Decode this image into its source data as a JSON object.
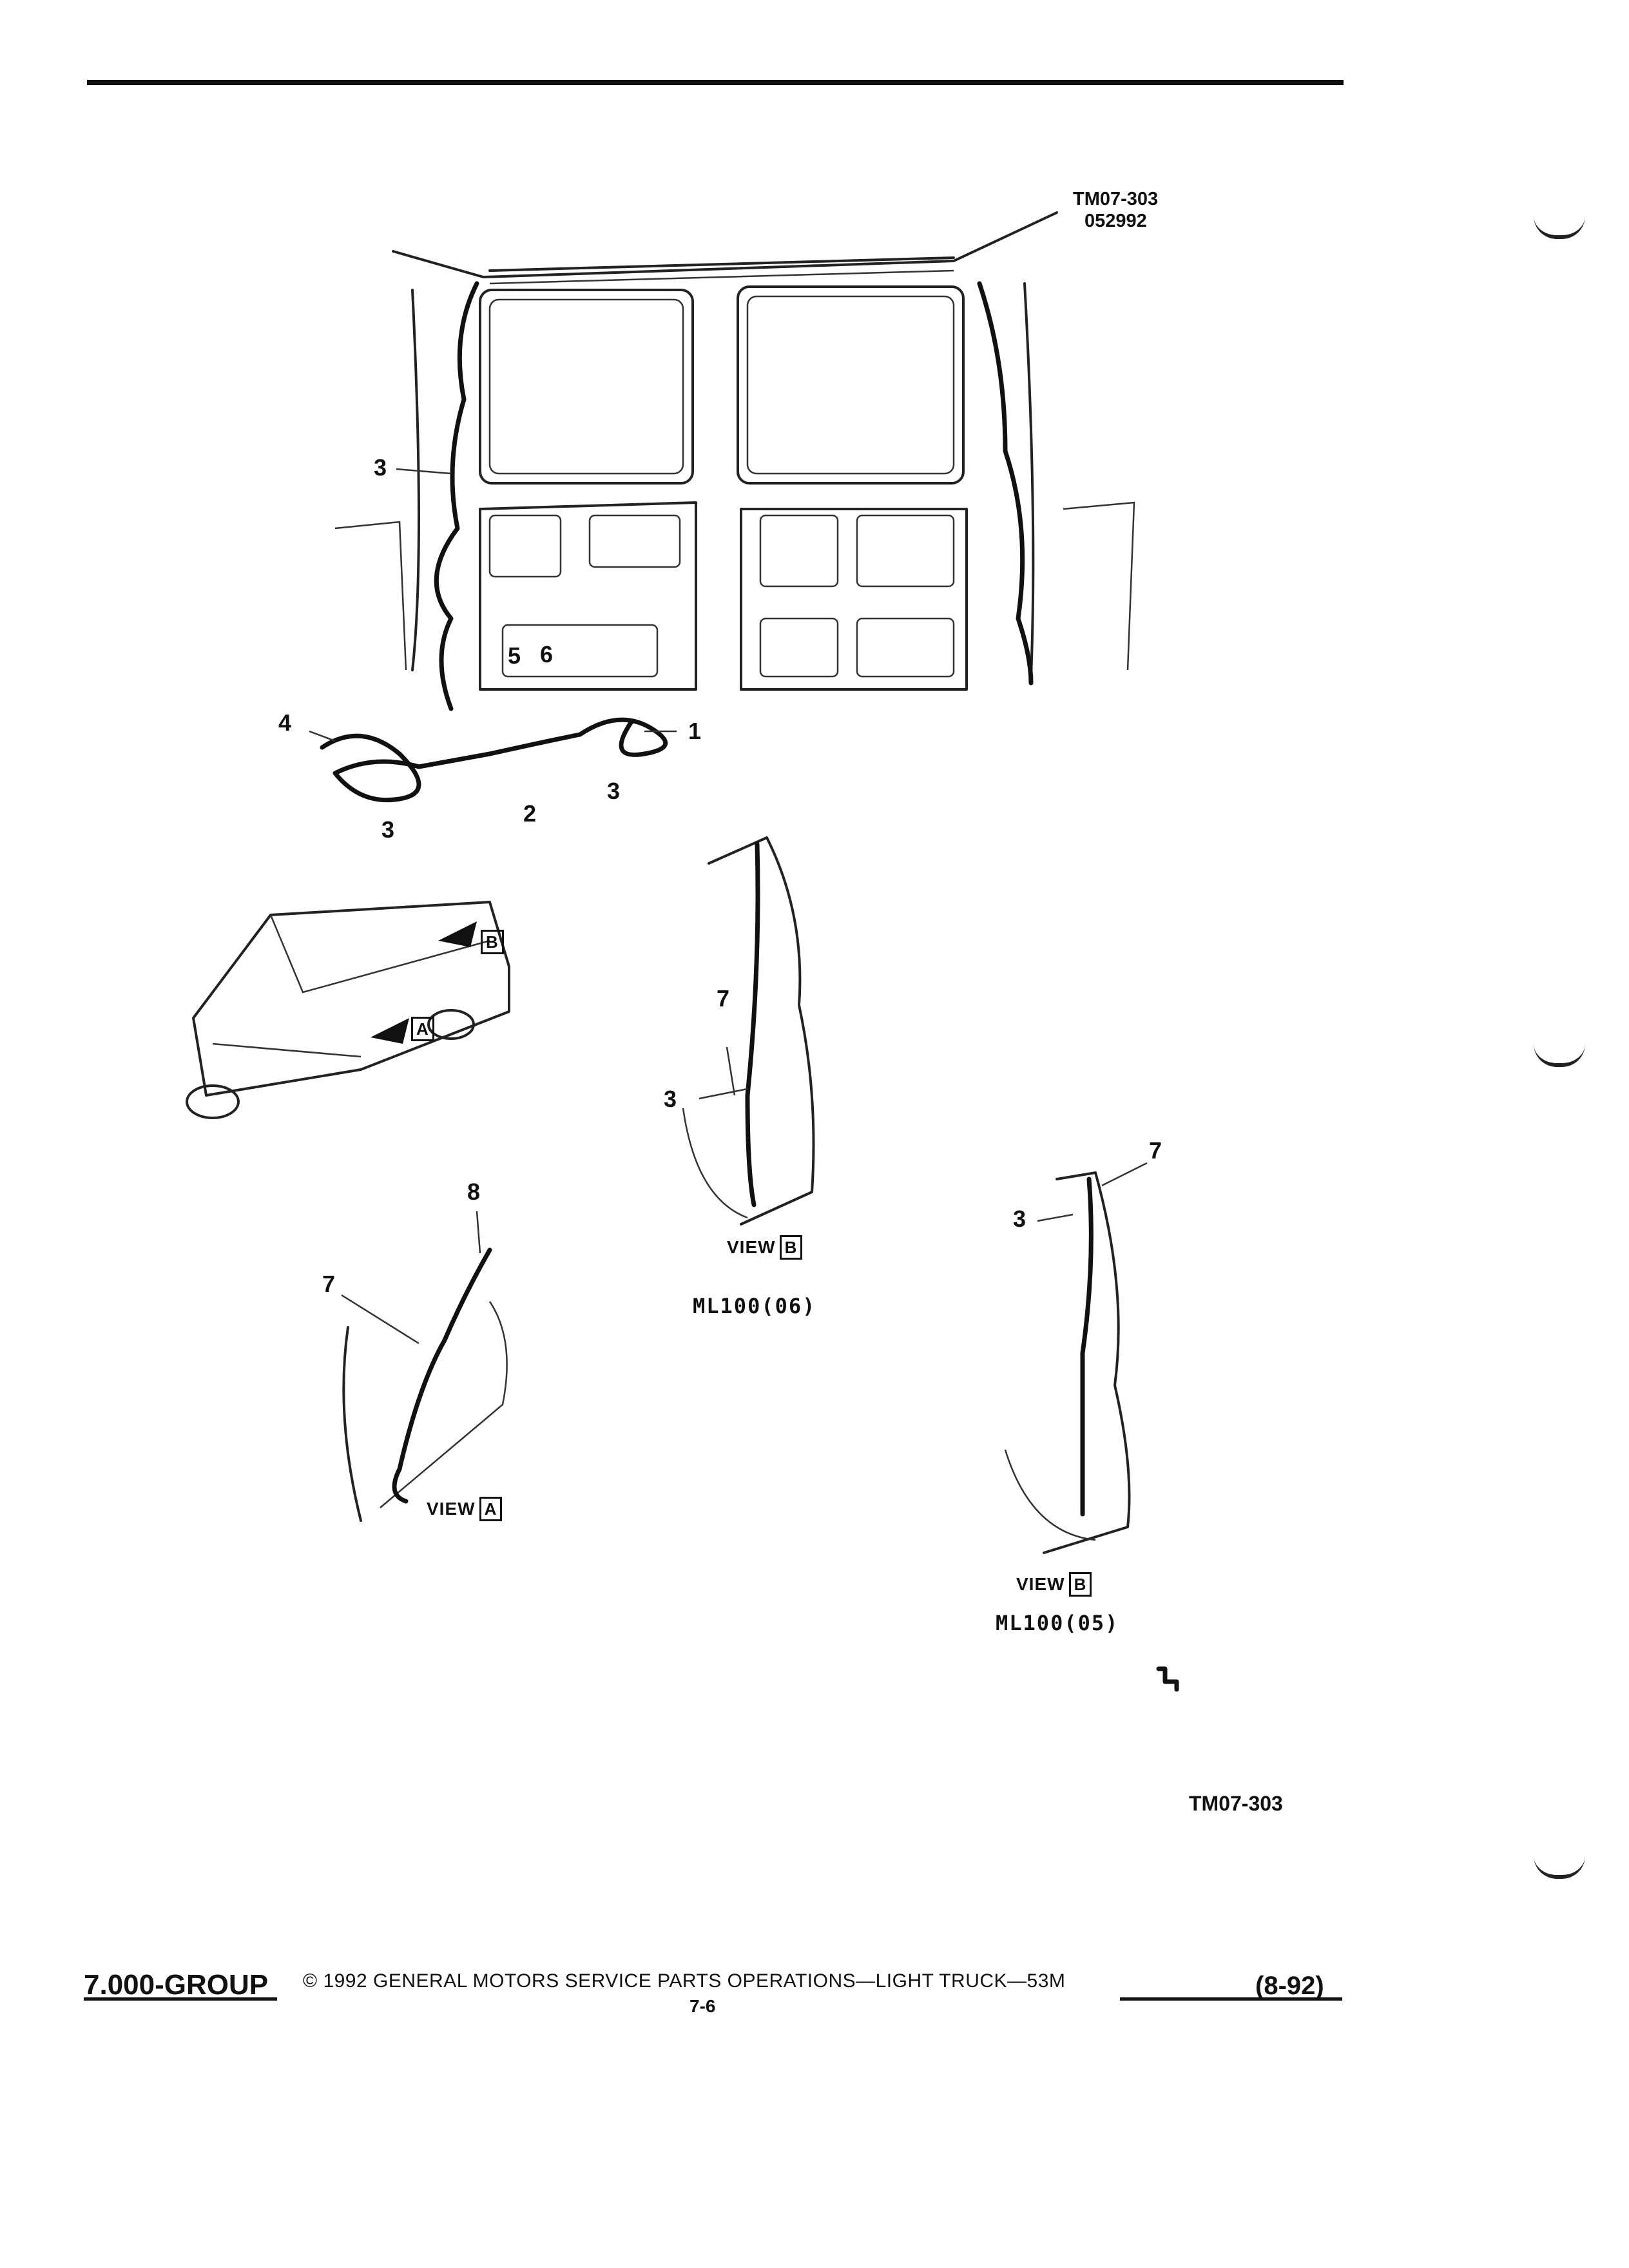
{
  "header": {
    "figure_code": "TM07-303",
    "figure_date": "052992"
  },
  "callouts": {
    "c1": "1",
    "c2": "2",
    "c3": "3",
    "c4": "4",
    "c5": "5",
    "c6": "6",
    "c7": "7",
    "c8": "8"
  },
  "views": {
    "view_label": "VIEW",
    "a": "A",
    "b": "B",
    "ml_06": "ML100(06)",
    "ml_05": "ML100(05)"
  },
  "figure_id_bottom": "TM07-303",
  "footer": {
    "group": "7.000-GROUP",
    "copyright": "© 1992 GENERAL MOTORS SERVICE PARTS OPERATIONS—LIGHT TRUCK—53M",
    "page": "7-6",
    "date": "(8-92)"
  }
}
